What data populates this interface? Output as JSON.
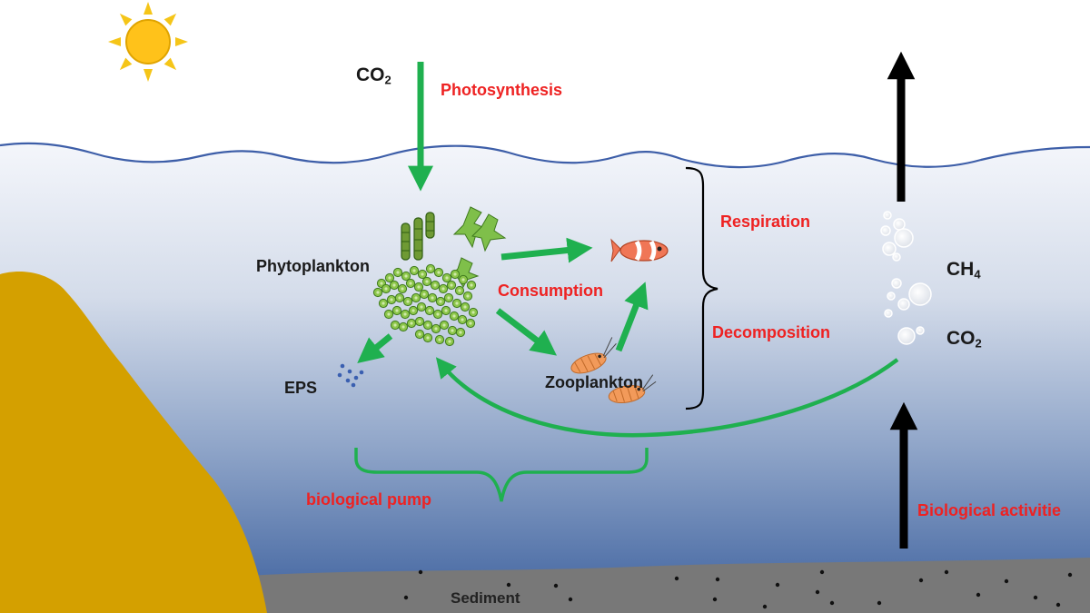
{
  "labels": {
    "co2_top": "CO",
    "co2_top_sub": "2",
    "photosynthesis": "Photosynthesis",
    "phytoplankton": "Phytoplankton",
    "consumption": "Consumption",
    "zooplankton": "Zooplankton",
    "eps": "EPS",
    "respiration": "Respiration",
    "decomposition": "Decomposition",
    "ch4": "CH",
    "ch4_sub": "4",
    "co2_right": "CO",
    "co2_right_sub": "2",
    "biological_pump": "biological pump",
    "biological_activities": "Biological activitie",
    "sediment": "Sediment"
  },
  "colors": {
    "water_top": "#f4f6fb",
    "water_bottom": "#4d6ea6",
    "surface_line": "#3d5ea8",
    "land": "#d4a000",
    "sediment": "#787878",
    "flow_arrow": "#1fb04f",
    "gas_arrow": "#000000",
    "label_red": "#ee2222",
    "sun": "#f5c518",
    "eps_dots": "#3a5fb0"
  },
  "icons": [
    "sun-icon",
    "fish-icon",
    "zooplankton-icon",
    "phytoplankton-icon",
    "bubbles-icon"
  ]
}
